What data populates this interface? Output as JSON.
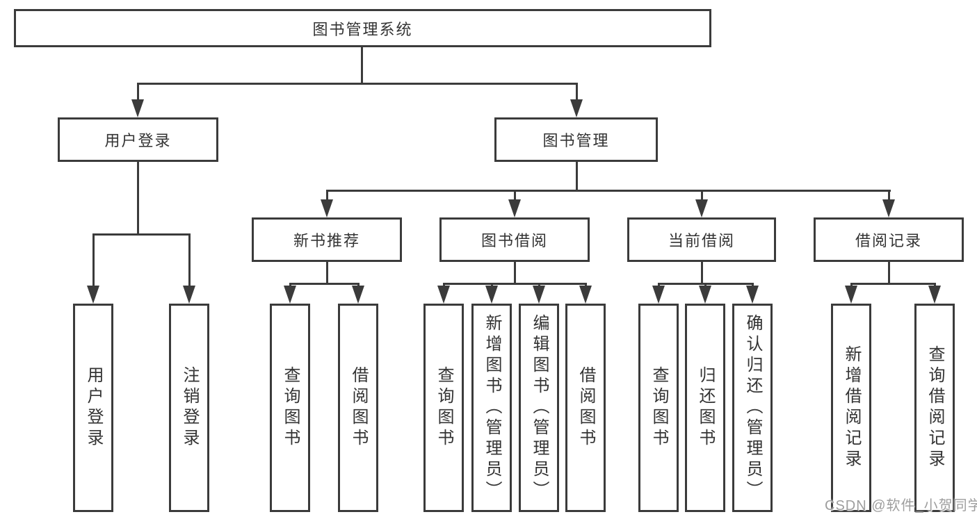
{
  "colors": {
    "line": "#3b3b3b",
    "box_border": "#3b3b3b",
    "text": "#333333",
    "watermark": "#9e9e9e",
    "background": "#ffffff"
  },
  "watermark": {
    "text": "CSDN @软件_小贺同学"
  },
  "nodes": {
    "root": {
      "label": "图书管理系统"
    },
    "branches": [
      {
        "label": "用户登录",
        "children": [
          "用户登录",
          "注销登录"
        ]
      },
      {
        "label": "图书管理",
        "children": [
          {
            "label": "新书推荐",
            "children": [
              "查询图书",
              "借阅图书"
            ]
          },
          {
            "label": "图书借阅",
            "children": [
              "查询图书",
              "新增图书（管理员）",
              "编辑图书（管理员）",
              "借阅图书"
            ]
          },
          {
            "label": "当前借阅",
            "children": [
              "查询图书",
              "归还图书",
              "确认归还（管理员）"
            ]
          },
          {
            "label": "借阅记录",
            "children": [
              "新增借阅记录",
              "查询借阅记录"
            ]
          }
        ]
      }
    ]
  }
}
